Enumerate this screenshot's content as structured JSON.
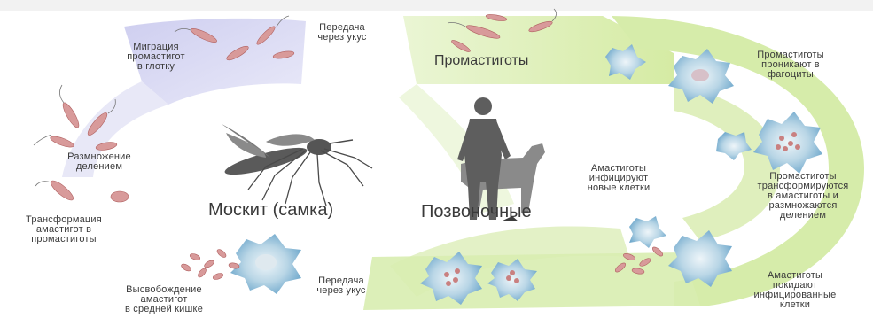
{
  "diagram": {
    "host_mosquito": "Москит (самка)",
    "host_vertebrate": "Позвоночные",
    "promastigotes_title": "Промастиготы",
    "steps": {
      "bite_top": "Передача\nчерез укус",
      "migration": "Миграция\nпромастигот\nв глотку",
      "division": "Размножение\nделением",
      "transformation_to_promastigotes": "Трансформация\nамастигот в\nпромастиготы",
      "release_midgut": "Высвобождение\nамастигот\nв средней кишке",
      "bite_bottom": "Передача\nчерез укус",
      "enter_phagocytes": "Промастиготы\nпроникают в\nфагоциты",
      "transform_and_divide": "Промастиготы\nтрансформируются\nв амастиготы и\nразмножаются\nделением",
      "infect_new_cells": "Амастиготы\nинфицируют\nновые клетки",
      "leave_cells": "Амастиготы\nпокидают\nинфицированные\nклетки"
    },
    "colors": {
      "vertebrate_cycle": "#d6ecaa",
      "mosquito_cycle": "#cfcff0",
      "macrophage": "#7fb6d6",
      "parasite": "#c98080",
      "silhouette": "#5a5a5a"
    }
  }
}
